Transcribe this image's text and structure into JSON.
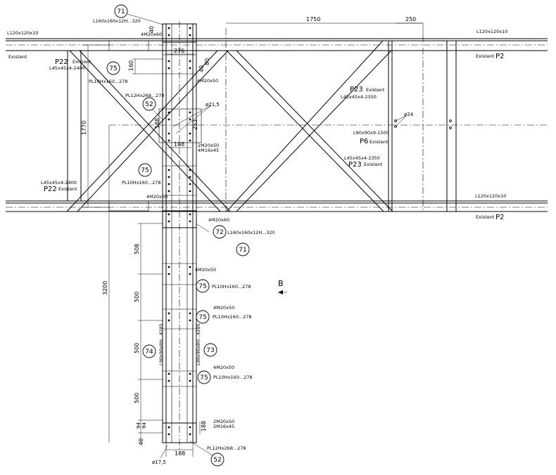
{
  "dimensions": {
    "d1750": "1750",
    "d250": "250",
    "d40_top": "40",
    "d276": "276",
    "d160": "160",
    "d40_side": "40",
    "d80": "80",
    "d1770": "1770",
    "d188_mid": "188",
    "d188_up": "188",
    "d253": "253",
    "d3200": "3200",
    "d508": "508",
    "d500_a": "500",
    "d500_b": "500",
    "d500_c": "500",
    "d94a": "94",
    "d94b": "94",
    "d40_bot": "40",
    "d188_bot": "188",
    "d188_right": "188"
  },
  "holes": {
    "h215": "ø21,5",
    "h24": "ø24",
    "h175": "ø17,5"
  },
  "callouts": {
    "c71_top": "71",
    "c75_a": "75",
    "c52_a": "52",
    "c75_b": "75",
    "c72": "72",
    "c71_mid": "71",
    "c75_c": "75",
    "c75_d": "75",
    "c74": "74",
    "c73": "73",
    "c75_e": "75",
    "c52_b": "52"
  },
  "labels": {
    "l160_top": "L160x160x12H...320",
    "m4m20x60_top": "4M20x60",
    "l120_tl": "L120x120x10",
    "existent_tl": "Existent",
    "l120_tr": "L120x120x10",
    "existent_tr": "Existent",
    "p2_tr": "P2",
    "p22_a": "P22",
    "existent_p22a": "Existent",
    "l45_2400_a": "L45x45x4-2400",
    "pl10_a": "PL10Hx160...278",
    "pl12_a": "PL12Hx268...278",
    "m4m20x50_a": "4M20x50",
    "p23_a": "P23",
    "existent_p23a": "Existent",
    "l45_2350_a": "L45x45x4-2350",
    "m2m20x50_a": "2M20x50",
    "m4m16x45_a": "4M16x45",
    "l90_1500": "L90x90x9-1500",
    "p6": "P6",
    "existent_p6": "Existent",
    "l45_2350_b": "L45x45x4-2350",
    "p23_b": "P23",
    "existent_p23b": "Existent",
    "l45_2400_b": "L45x45x4-2400",
    "p22_b": "P22",
    "existent_p22b": "Existent",
    "pl10_b": "PL10Hx160...278",
    "m4m20x50_b": "4M20x50",
    "l120_br": "L120x120x10",
    "existent_br": "Existent",
    "p2_br": "P2",
    "m4m20x60_bot": "4M20x60",
    "l160_bot": "L160x160x12H...320",
    "m4m20x50_c": "4M20x50",
    "pl10_c": "PL10Hx160...278",
    "m4m20x50_d": "4M20x50",
    "pl10_d": "PL10Hx160...278",
    "l90_4285_a": "L90x90x8H...4285",
    "l90_4285_b": "L90x90x8H...4285",
    "m4m20x50_e": "4M20x50",
    "pl10_e": "PL10Hx160...278",
    "m2m20x50_b": "2M20x50",
    "m2m16x45_b": "2M16x45",
    "pl12_b": "PL12Hx268...278",
    "view_b": "B"
  }
}
